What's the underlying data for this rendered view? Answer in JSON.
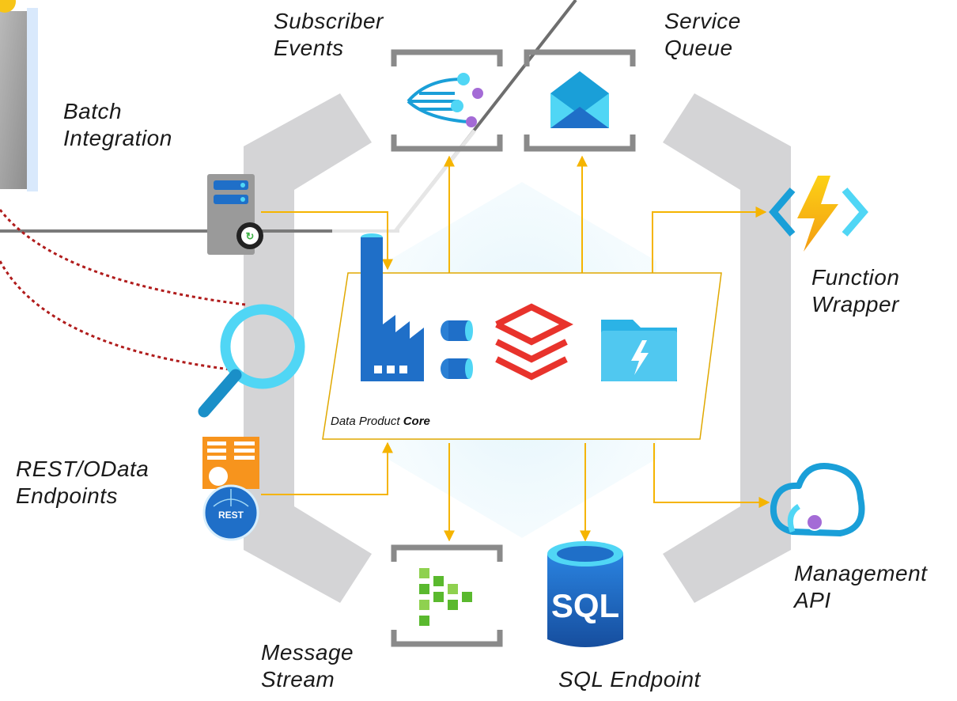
{
  "labels": {
    "subscriber_events": [
      "Subscriber",
      "Events"
    ],
    "service_queue": [
      "Service",
      "Queue"
    ],
    "batch_integration": [
      "Batch",
      "Integration"
    ],
    "function_wrapper": [
      "Function",
      "Wrapper"
    ],
    "rest_odata": [
      "REST/OData",
      "Endpoints"
    ],
    "management_api": [
      "Management",
      "API"
    ],
    "message_stream": [
      "Message",
      "Stream"
    ],
    "sql_endpoint": "SQL Endpoint"
  },
  "core": {
    "caption_prefix": "Data Product ",
    "caption_bold": "Core"
  },
  "icons": {
    "rest_badge": "REST",
    "sql_text": "SQL"
  },
  "colors": {
    "connector": "#f5b400",
    "frame_gray": "#d4d4d6",
    "bracket_gray": "#8a8a8a",
    "dotted_red": "#b01c1c",
    "azure_blue": "#1f6fc8",
    "cyan": "#50d6f5",
    "databricks_red": "#e8332c",
    "rest_orange": "#f7941d"
  }
}
